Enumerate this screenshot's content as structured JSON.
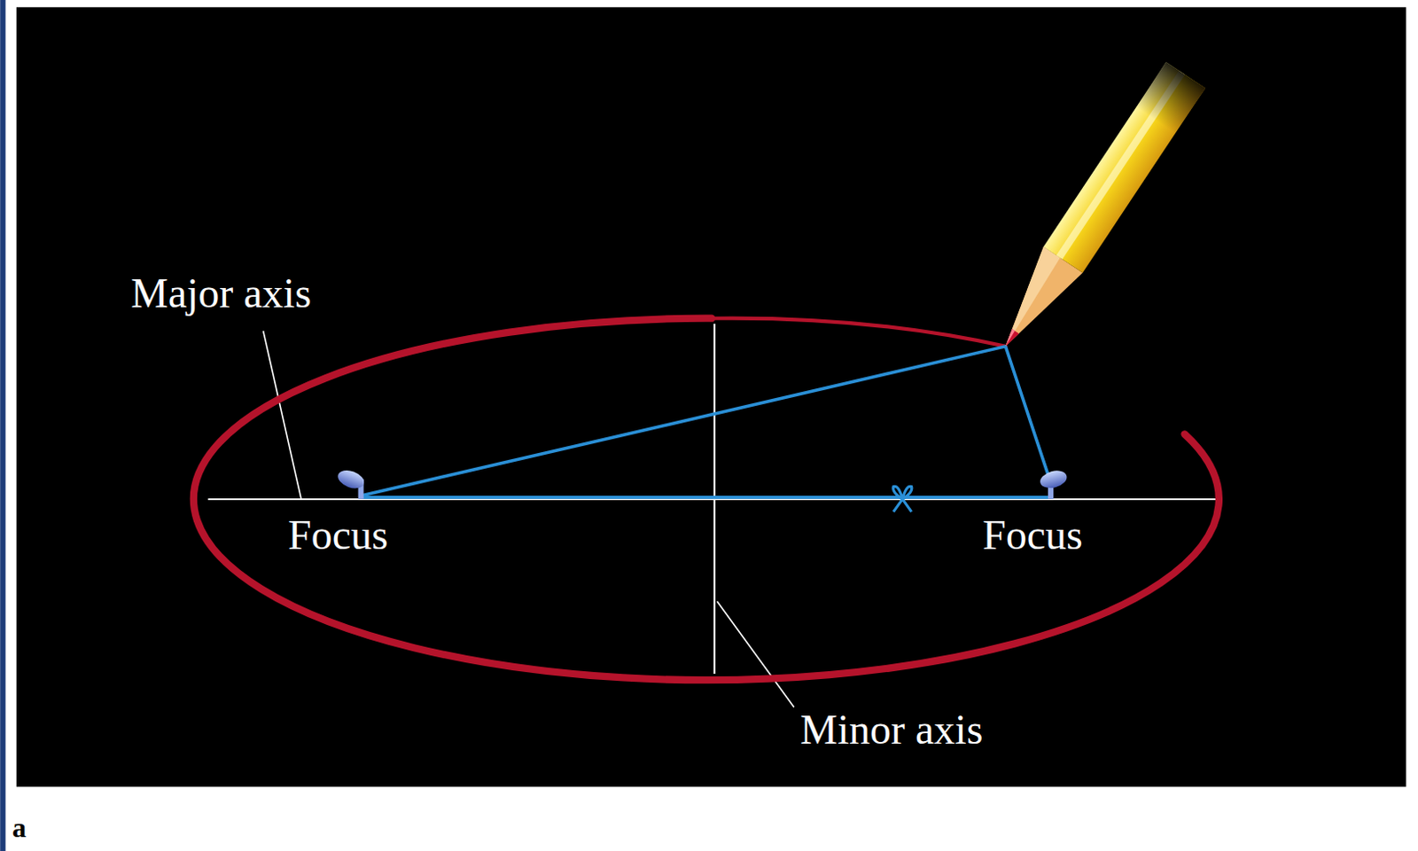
{
  "diagram": {
    "labels": [
      "Major axis",
      "Focus",
      "Focus",
      "Minor axis",
      "a"
    ]
  }
}
